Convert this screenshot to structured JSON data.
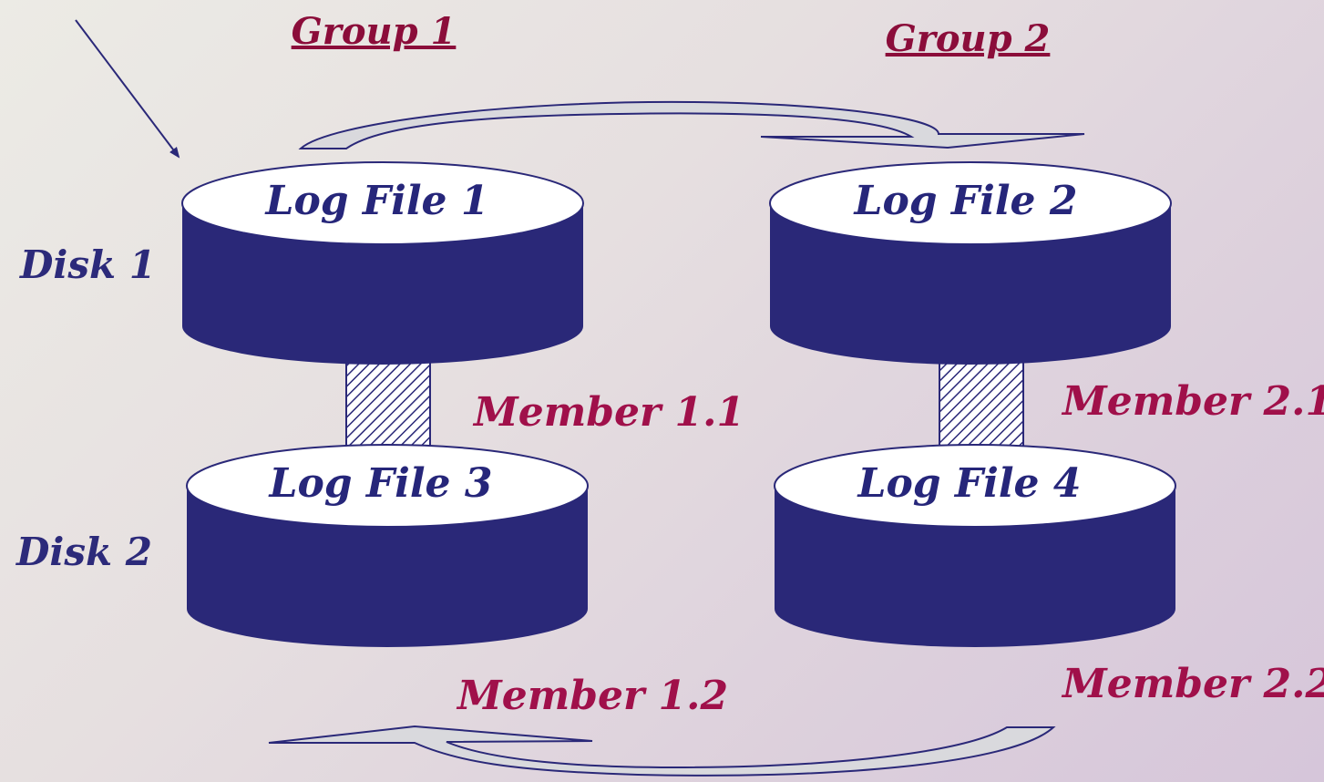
{
  "groups": [
    "Group 1",
    "Group 2"
  ],
  "disks": [
    "Disk 1",
    "Disk 2"
  ],
  "log_files": [
    "Log File 1",
    "Log File 2",
    "Log File 3",
    "Log File 4"
  ],
  "members": [
    "Member 1.1",
    "Member 2.1",
    "Member 1.2",
    "Member 2.2"
  ],
  "colors": {
    "cylinder_fill": "#2a2878",
    "cylinder_top": "#ffffff",
    "group_title": "#8b0d3a",
    "member_text": "#a0104a",
    "disk_text": "#2c2a7a",
    "arrow_fill": "#d9d9dd"
  }
}
